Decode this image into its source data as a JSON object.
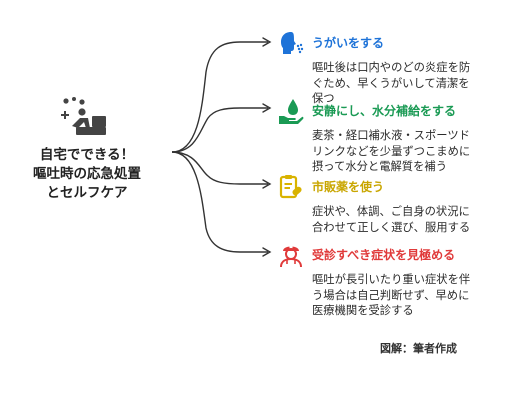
{
  "center": {
    "lines": [
      "自宅でできる！",
      "嘔吐時の応急処置",
      "とセルフケア"
    ],
    "icon": "person-washing-hands-icon"
  },
  "branches": [
    {
      "title": "うがいをする",
      "color": "#1e73d8",
      "icon": "mouth-rinse-icon",
      "lines": [
        "嘔吐後は口内やのどの炎症を防",
        "ぐため、早くうがいして清潔を",
        "保つ"
      ]
    },
    {
      "title": "安静にし、水分補給をする",
      "color": "#1a9a54",
      "icon": "water-drop-hand-icon",
      "lines": [
        "麦茶・経口補水液・スポーツド",
        "リンクなどを少量ずつこまめに",
        "摂って水分と電解質を補う"
      ]
    },
    {
      "title": "市販薬を使う",
      "color": "#d9b300",
      "icon": "clipboard-medicine-icon",
      "lines": [
        "症状や、体調、ご自身の状況に",
        "合わせて正しく選び、服用する"
      ]
    },
    {
      "title": "受診すべき症状を見極める",
      "color": "#e03a3a",
      "icon": "doctor-icon",
      "lines": [
        "嘔吐が長引いたり重い症状を伴",
        "う場合は自己判断せず、早めに",
        "医療機関を受診する"
      ]
    }
  ],
  "credit": "図解：筆者作成"
}
